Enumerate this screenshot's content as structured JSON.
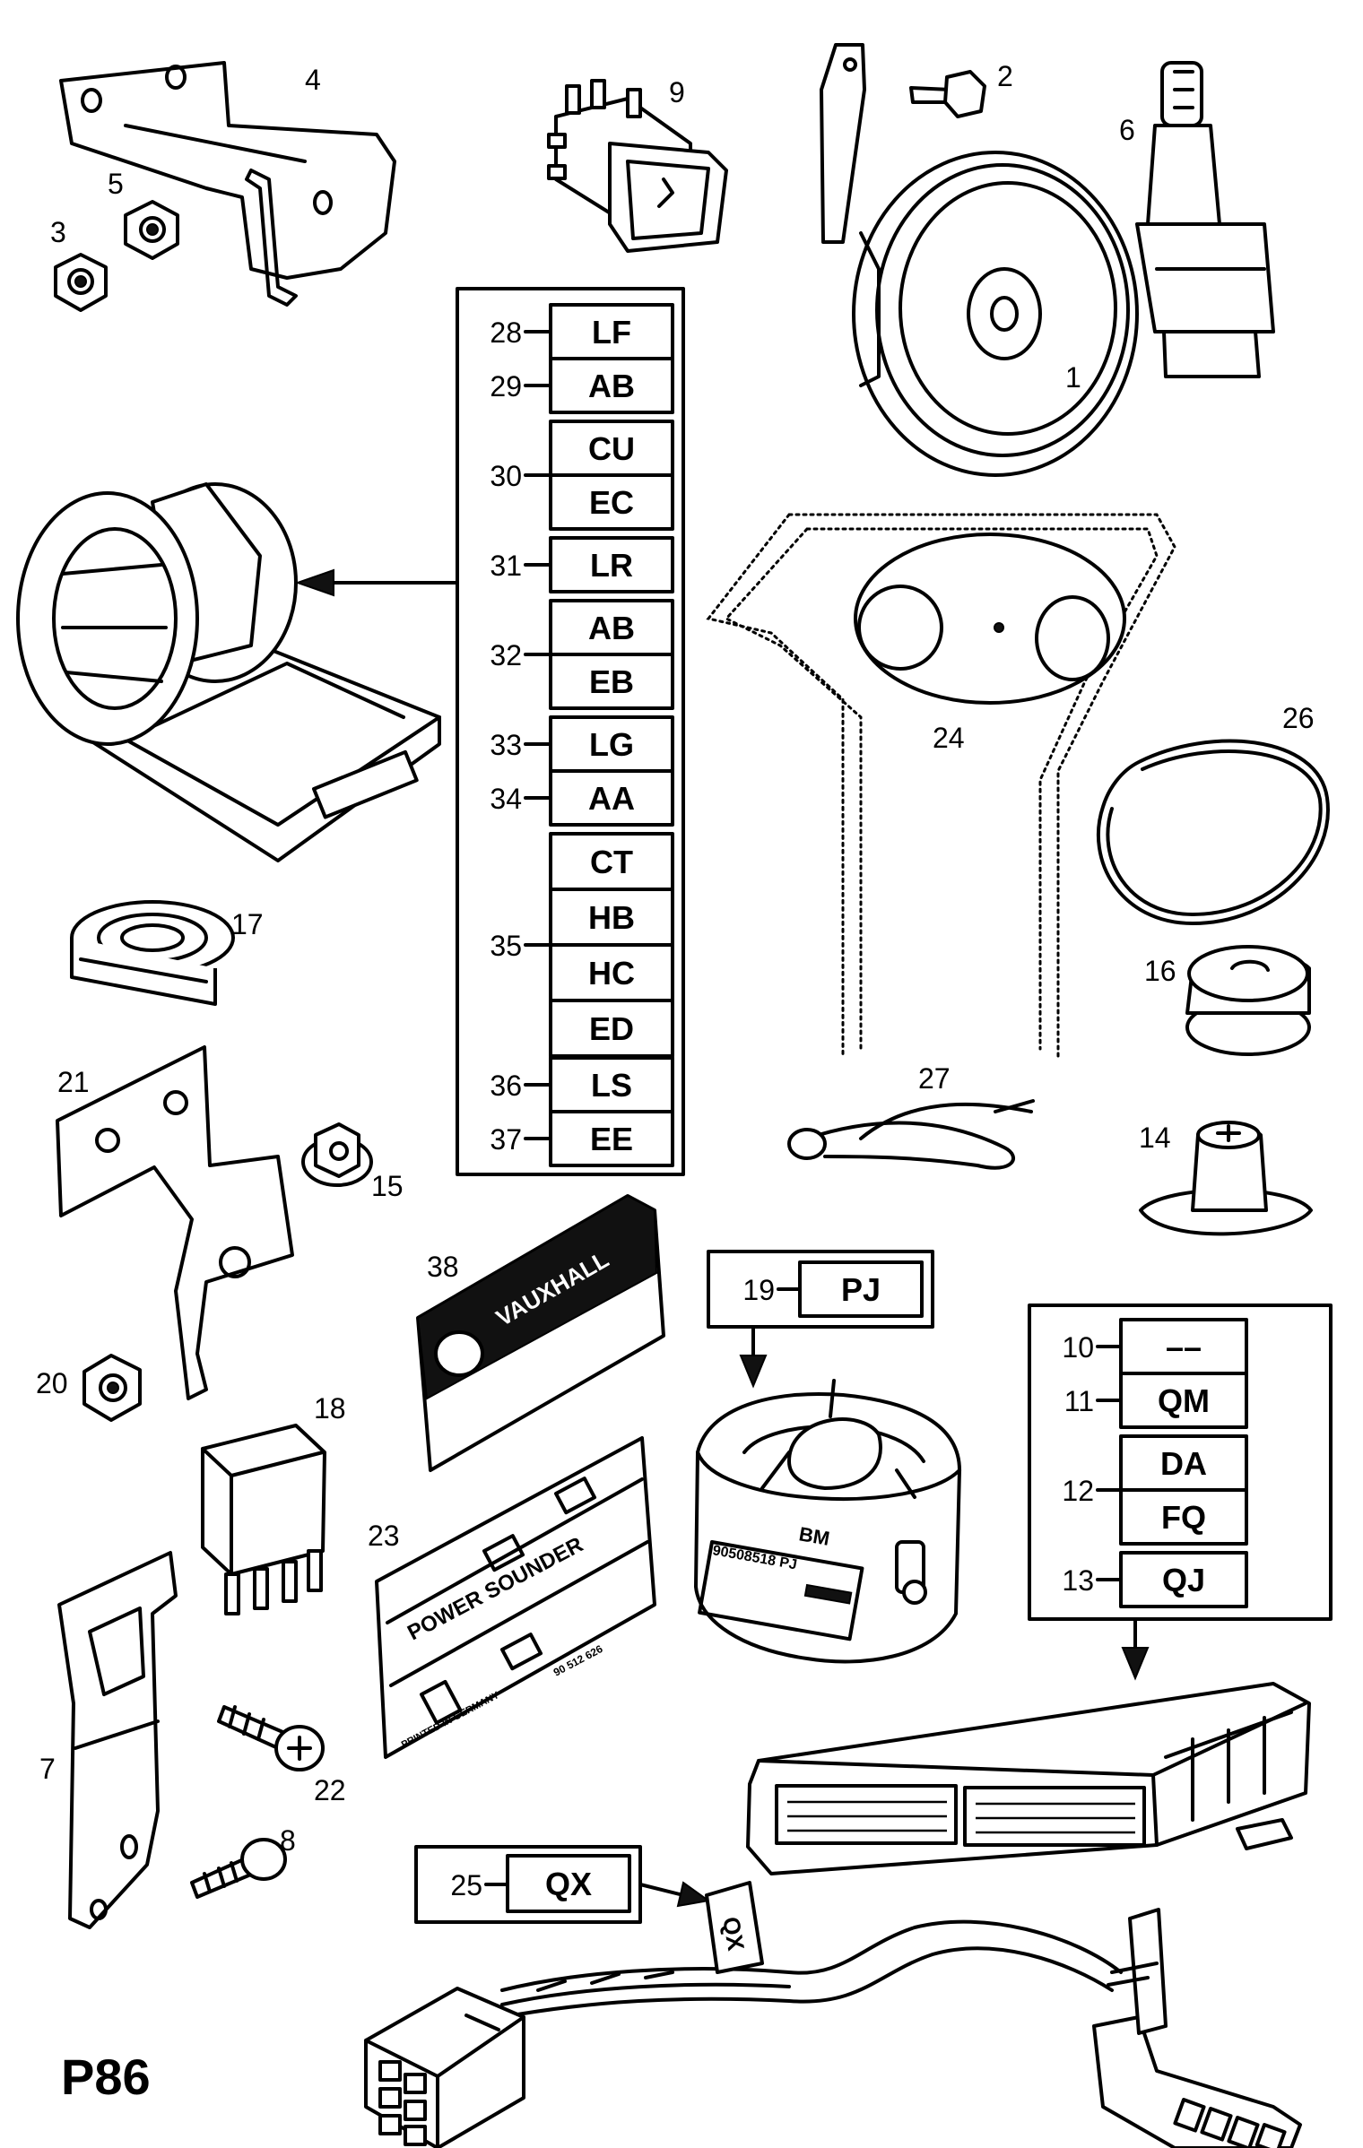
{
  "page_code": "P86",
  "callouts": {
    "n1": "1",
    "n2": "2",
    "n3": "3",
    "n4": "4",
    "n5": "5",
    "n6": "6",
    "n7": "7",
    "n8": "8",
    "n9": "9",
    "n14": "14",
    "n15": "15",
    "n16": "16",
    "n17": "17",
    "n18": "18",
    "n20": "20",
    "n21": "21",
    "n22": "22",
    "n23": "23",
    "n24": "24",
    "n26": "26",
    "n27": "27",
    "n38": "38"
  },
  "center_table": {
    "r28": {
      "num": "28",
      "code": "LF"
    },
    "r29": {
      "num": "29",
      "code": "AB"
    },
    "r30": {
      "num": "30",
      "codes": [
        "CU",
        "EC"
      ]
    },
    "r31": {
      "num": "31",
      "code": "LR"
    },
    "r32": {
      "num": "32",
      "codes": [
        "AB",
        "EB"
      ]
    },
    "r33": {
      "num": "33",
      "code": "LG"
    },
    "r34": {
      "num": "34",
      "code": "AA"
    },
    "r35": {
      "num": "35",
      "codes": [
        "CT",
        "HB",
        "HC",
        "ED"
      ]
    },
    "r36": {
      "num": "36",
      "code": "LS"
    },
    "r37": {
      "num": "37",
      "code": "EE"
    }
  },
  "box19": {
    "num": "19",
    "code": "PJ"
  },
  "right_table": {
    "r10": {
      "num": "10",
      "code": "––"
    },
    "r11": {
      "num": "11",
      "code": "QM"
    },
    "r12": {
      "num": "12",
      "codes": [
        "DA",
        "FQ"
      ]
    },
    "r13": {
      "num": "13",
      "code": "QJ"
    }
  },
  "box25": {
    "num": "25",
    "code": "QX"
  },
  "labels": {
    "vauxhall": "VAUXHALL",
    "power_sounder": "POWER SOUNDER",
    "sounder_model": "BM",
    "sounder_part": "90508518 PJ",
    "label_part": "90 512 626",
    "made_in": "PRINTED IN GERMANY",
    "harness_tag": "QX"
  }
}
